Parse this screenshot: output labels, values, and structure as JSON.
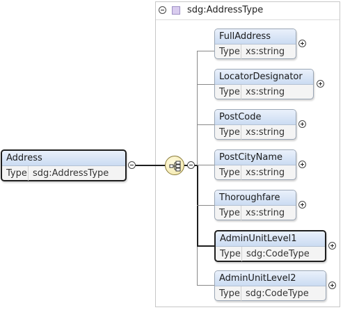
{
  "root": {
    "name": "Address",
    "type_label": "Type",
    "type_value": "sdg:AddressType"
  },
  "complex_type": {
    "title": "sdg:AddressType"
  },
  "children": [
    {
      "name": "FullAddress",
      "type_label": "Type",
      "type_value": "xs:string"
    },
    {
      "name": "LocatorDesignator",
      "type_label": "Type",
      "type_value": "xs:string"
    },
    {
      "name": "PostCode",
      "type_label": "Type",
      "type_value": "xs:string"
    },
    {
      "name": "PostCityName",
      "type_label": "Type",
      "type_value": "xs:string"
    },
    {
      "name": "Thoroughfare",
      "type_label": "Type",
      "type_value": "xs:string"
    },
    {
      "name": "AdminUnitLevel1",
      "type_label": "Type",
      "type_value": "sdg:CodeType"
    },
    {
      "name": "AdminUnitLevel2",
      "type_label": "Type",
      "type_value": "sdg:CodeType"
    }
  ],
  "colors": {
    "header_gradient_top": "#eaf1fb",
    "header_gradient_bottom": "#cbdcf2",
    "complex_type_icon": "#d9ccef",
    "sequence_icon": "#f2e6a6"
  },
  "icons": {
    "collapse": "minus-circle-icon",
    "expand": "plus-circle-icon",
    "sequence": "sequence-compositor-icon",
    "complex_type": "complex-type-icon"
  }
}
